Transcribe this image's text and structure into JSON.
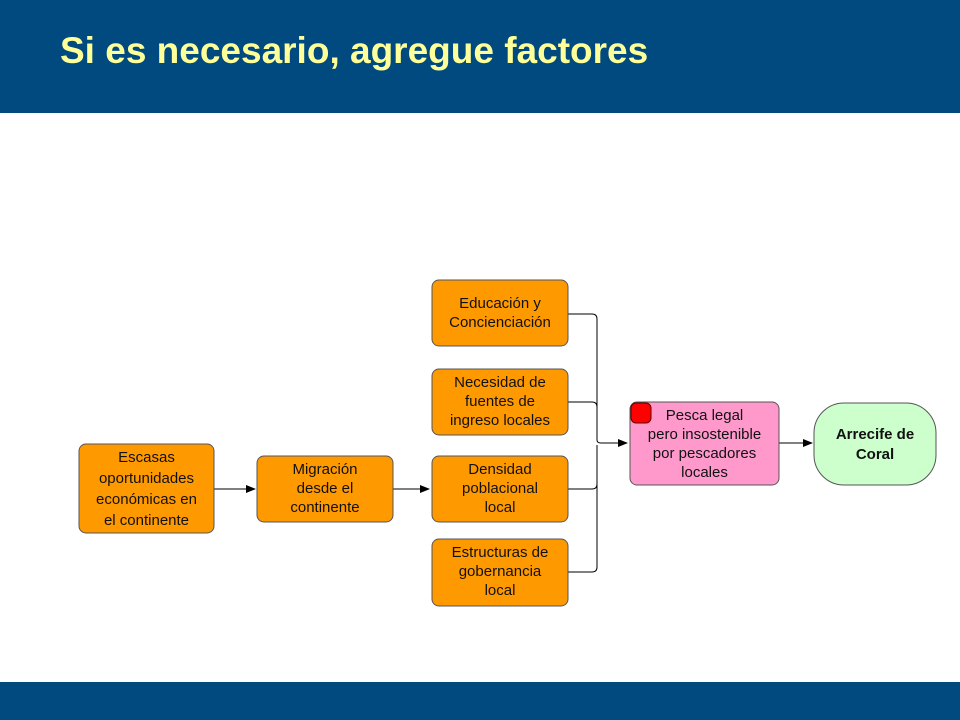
{
  "slide": {
    "title": "Si es necesario, agregue factores"
  },
  "colors": {
    "header_bar": "#004a80",
    "title_text": "#ffff99",
    "factor_node": "#ff9900",
    "focal_node": "#ff99cc",
    "target_node": "#ccffcc",
    "status_marker": "#ff0000"
  },
  "diagram": {
    "nodes": {
      "escasas": [
        "Escasas",
        "oportunidades",
        "económicas en",
        "el continente"
      ],
      "migracion": [
        "Migración",
        "desde el",
        "continente"
      ],
      "educacion": [
        "Educación y",
        "Concienciación"
      ],
      "necesidad": [
        "Necesidad de",
        "fuentes de",
        "ingreso locales"
      ],
      "densidad": [
        "Densidad",
        "poblacional",
        "local"
      ],
      "estructuras": [
        "Estructuras de",
        "gobernancia",
        "local"
      ],
      "pesca": [
        "Pesca legal",
        "pero insostenible",
        "por pescadores",
        "locales"
      ],
      "arrecife": [
        "Arrecife de",
        "Coral"
      ]
    }
  }
}
